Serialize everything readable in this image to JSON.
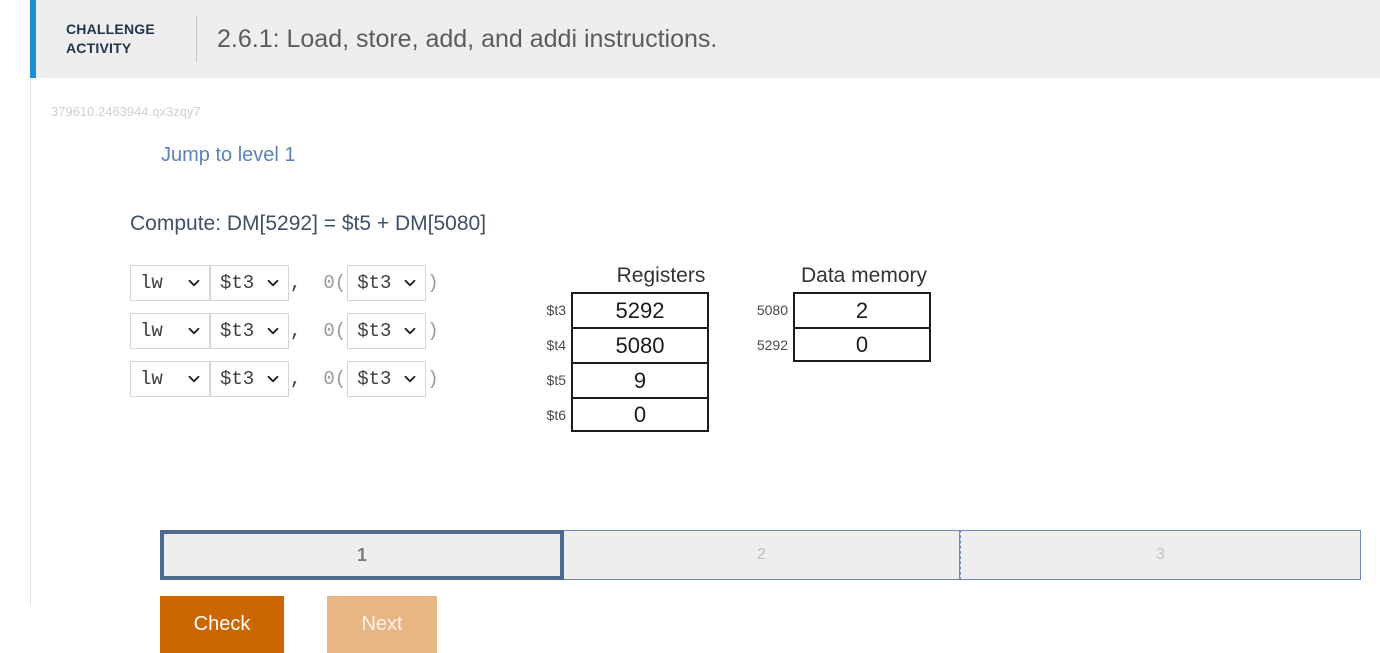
{
  "header": {
    "kicker": "CHALLENGE ACTIVITY",
    "title": "2.6.1: Load, store, add, and addi instructions.",
    "accent_color": "#1a8fd6"
  },
  "activity_id": "379610.2463944.qx3zqy7",
  "jump_link": "Jump to level 1",
  "compute": "Compute: DM[5292] = $t5 + DM[5080]",
  "instructions": [
    {
      "opcode": "lw",
      "rt": "$t3",
      "comma": ",",
      "offset_open": "0(",
      "base": "$t3",
      "paren_close": ")"
    },
    {
      "opcode": "lw",
      "rt": "$t3",
      "comma": ",",
      "offset_open": "0(",
      "base": "$t3",
      "paren_close": ")"
    },
    {
      "opcode": "lw",
      "rt": "$t3",
      "comma": ",",
      "offset_open": "0(",
      "base": "$t3",
      "paren_close": ")"
    }
  ],
  "registers": {
    "caption": "Registers",
    "rows": [
      {
        "label": "$t3",
        "value": "5292"
      },
      {
        "label": "$t4",
        "value": "5080"
      },
      {
        "label": "$t5",
        "value": "9"
      },
      {
        "label": "$t6",
        "value": "0"
      }
    ]
  },
  "data_memory": {
    "caption": "Data memory",
    "rows": [
      {
        "label": "5080",
        "value": "2"
      },
      {
        "label": "5292",
        "value": "0"
      }
    ]
  },
  "progress": {
    "segments": [
      {
        "label": "1",
        "state": "current"
      },
      {
        "label": "2",
        "state": "upcoming"
      },
      {
        "label": "3",
        "state": "upcoming"
      }
    ],
    "active_border_color": "#50698f"
  },
  "buttons": {
    "check": "Check",
    "next": "Next",
    "check_color": "#cc6600",
    "next_color": "#e8b684"
  },
  "icons": {
    "chevron": "chevron-down-icon"
  }
}
